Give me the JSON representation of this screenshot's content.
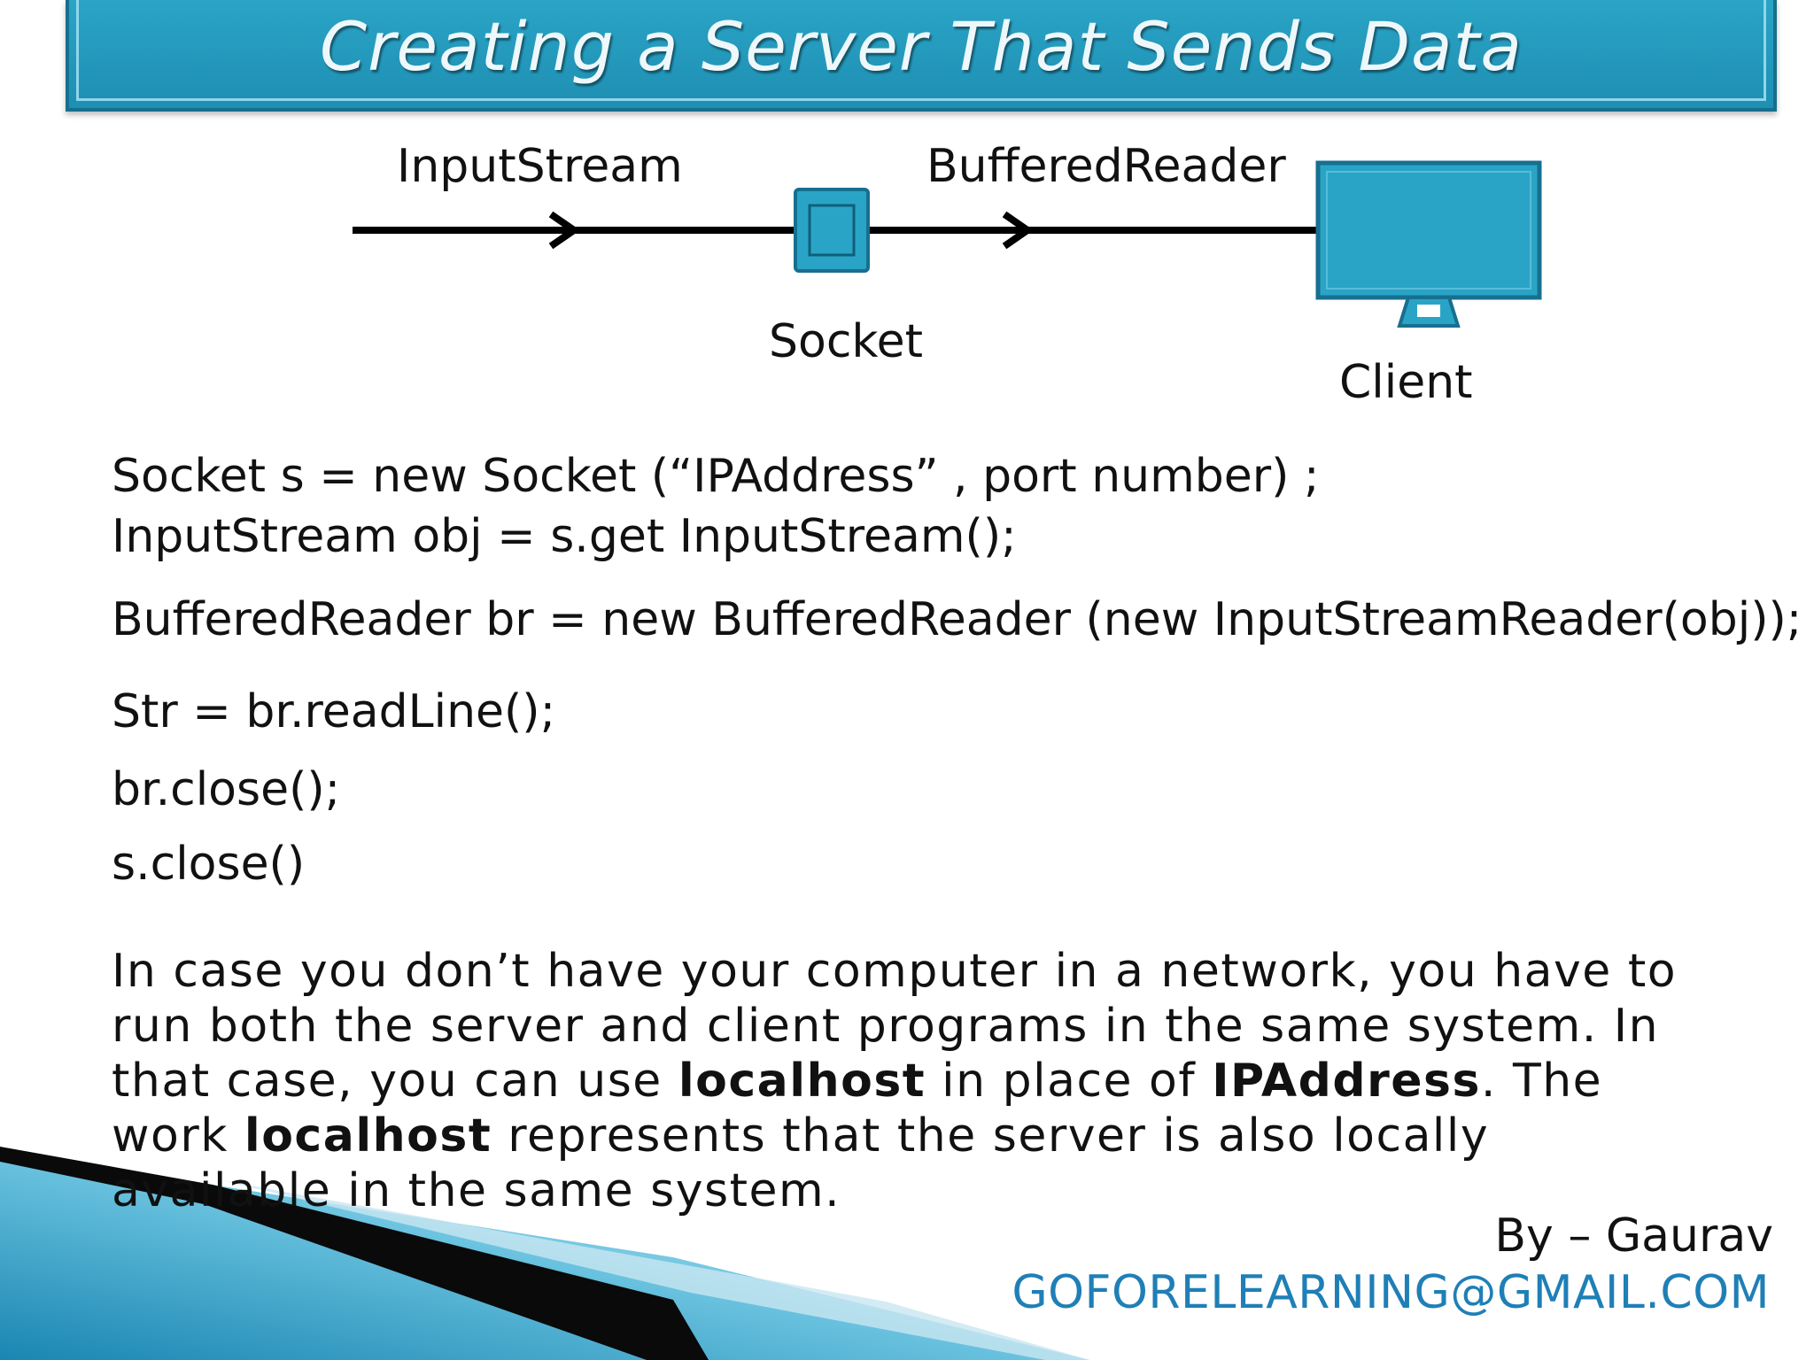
{
  "title": "Creating a Server That Sends Data",
  "diagram": {
    "input_stream_label": "InputStream",
    "buffered_reader_label": "BufferedReader",
    "socket_label": "Socket",
    "client_label": "Client"
  },
  "code": {
    "line1": "Socket s = new Socket (“IPAddress” , port number) ;",
    "line2": "InputStream obj = s.get InputStream();",
    "line3": "BufferedReader br = new BufferedReader (new InputStreamReader(obj));",
    "line4": "Str = br.readLine();",
    "line5": "br.close();",
    "line6": "s.close()"
  },
  "paragraph": {
    "p1": "In case you don’t have your computer in a network, you have to run both the server and client programs in the same system. In that case, you can use ",
    "b1": "localhost",
    "p2": " in place of ",
    "b2": "IPAddress",
    "p3": ". The work ",
    "b3": "localhost",
    "p4": " represents that the server is also locally available in the same system."
  },
  "footer": {
    "author": "By – Gaurav",
    "email": "GOFORELEARNING@GMAIL.COM"
  },
  "colors": {
    "title_bar": "#2aa4c6",
    "accent": "#1f7fb6",
    "dark_band": "#0a0a0a"
  }
}
